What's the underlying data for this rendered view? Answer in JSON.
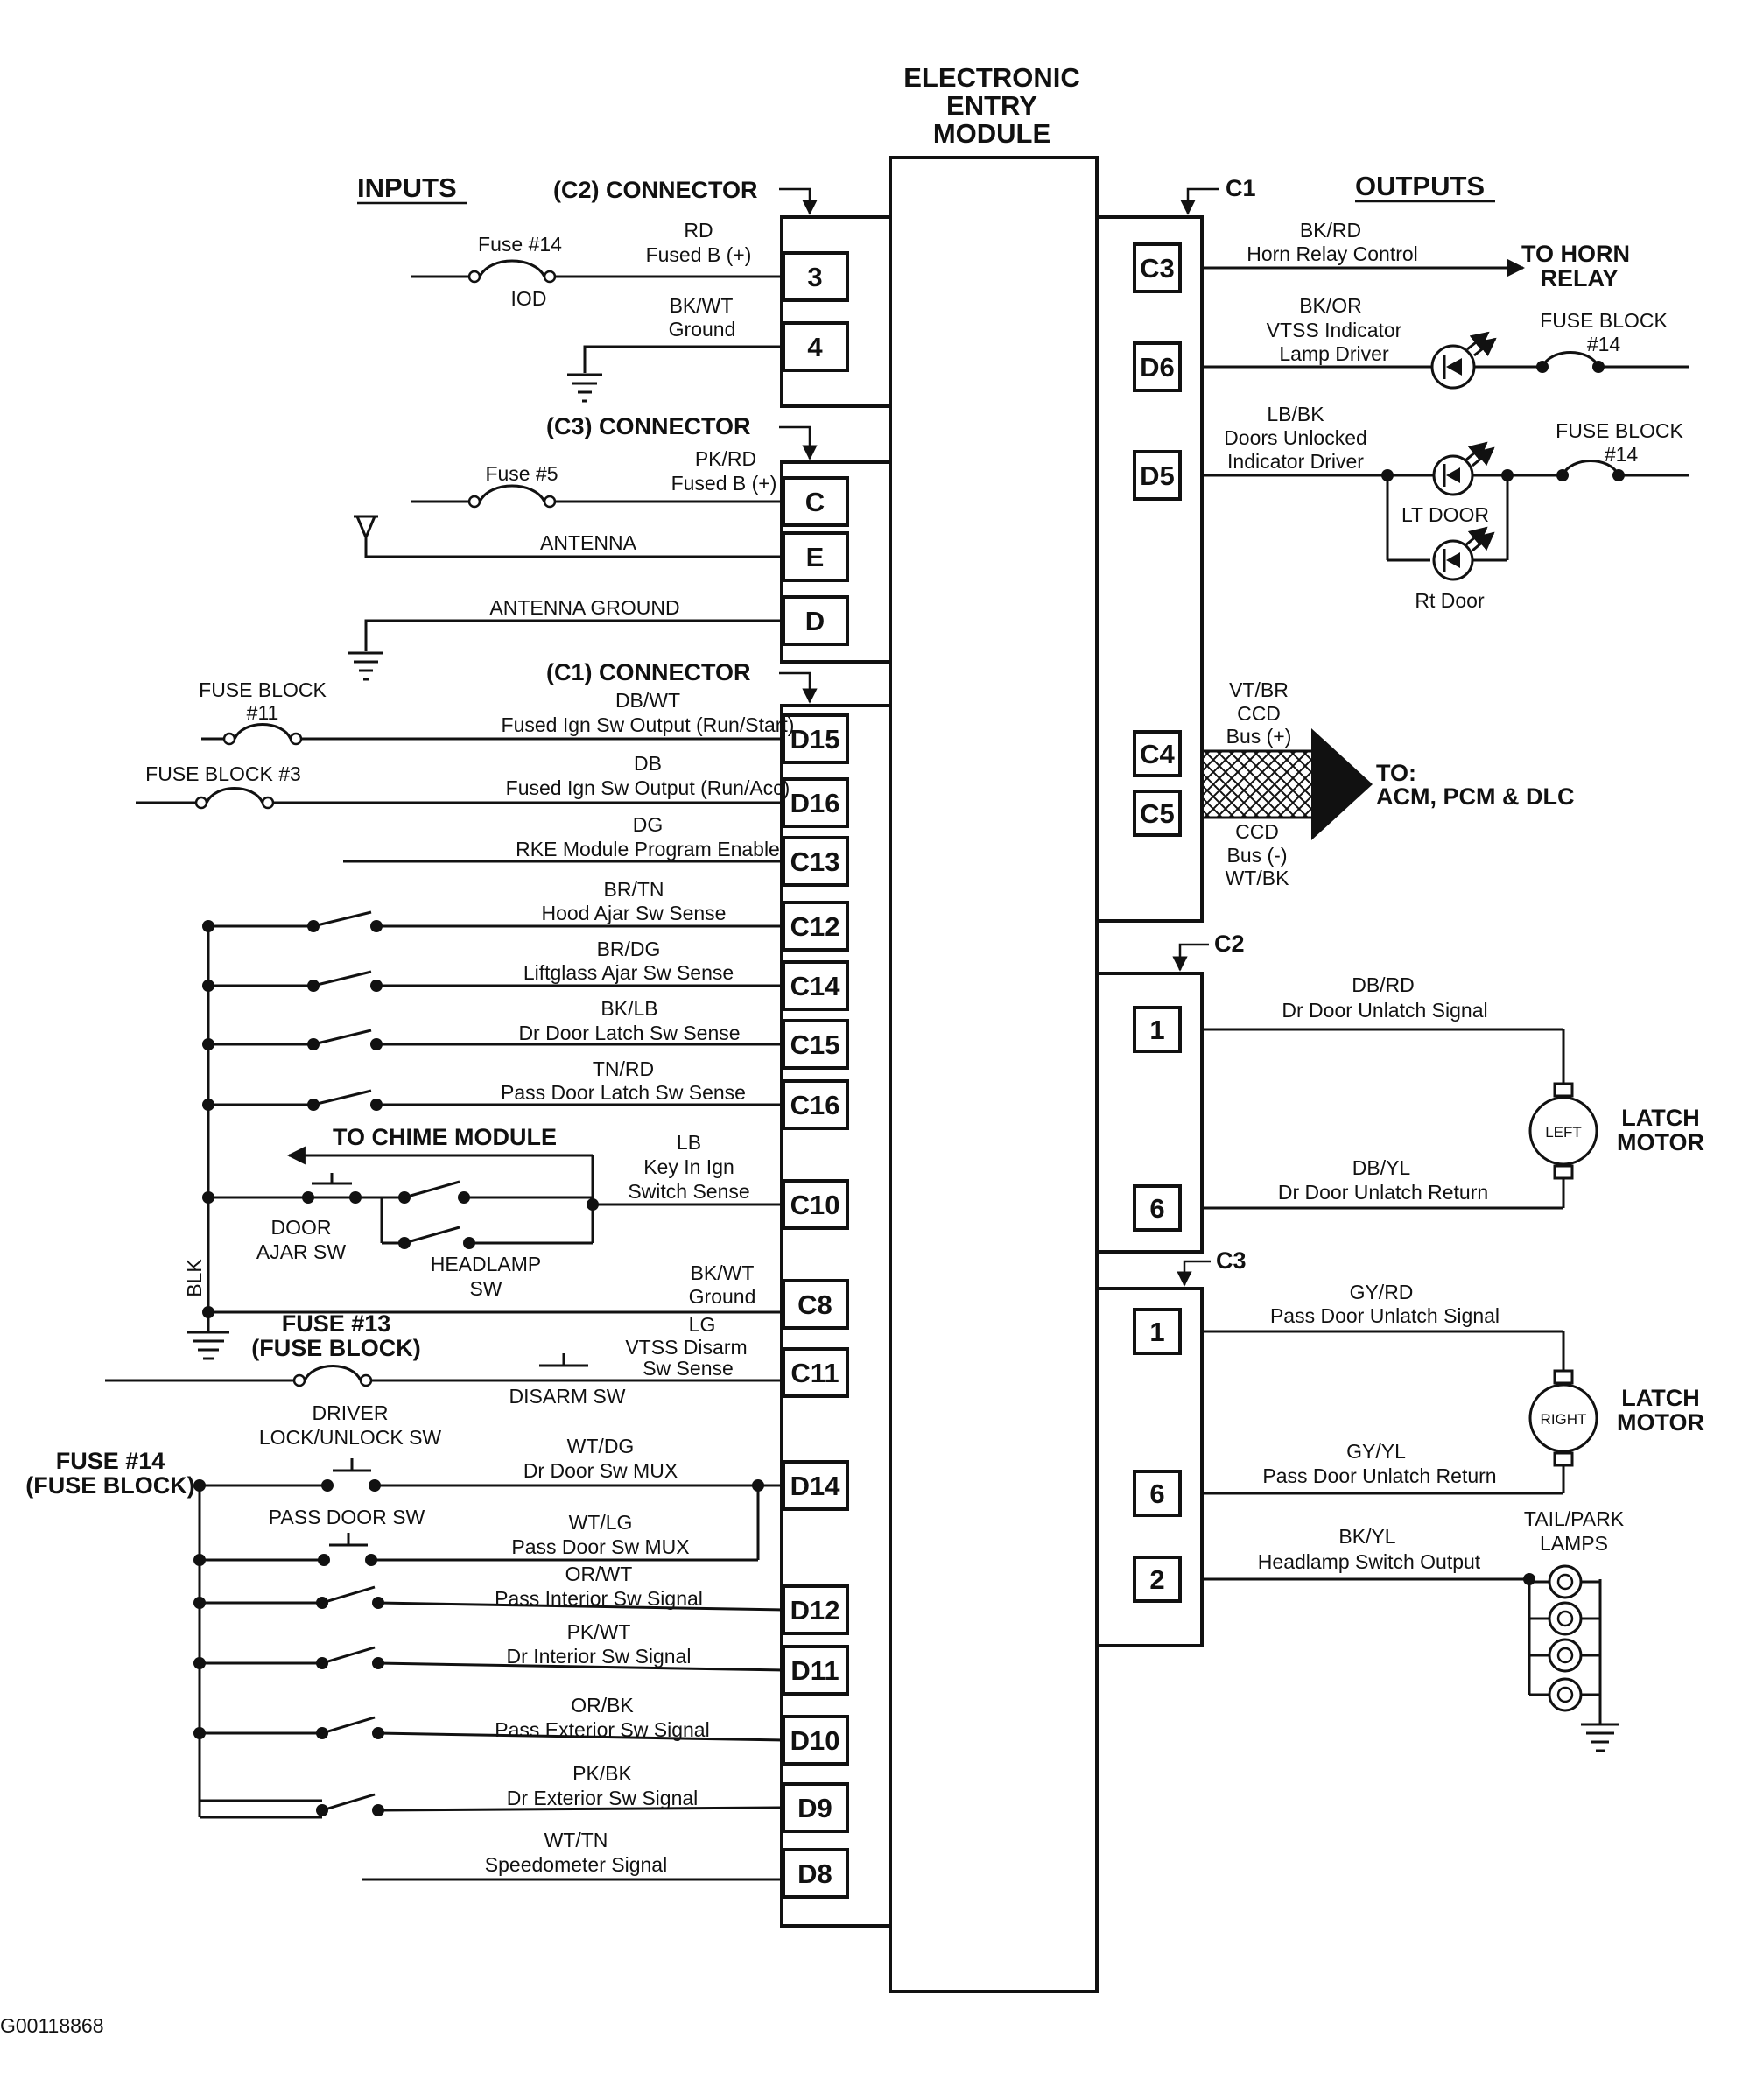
{
  "module": {
    "title_lines": [
      "ELECTRONIC",
      "ENTRY",
      "MODULE"
    ]
  },
  "headings": {
    "inputs": "INPUTS",
    "outputs": "OUTPUTS"
  },
  "connectors": {
    "c2_input": "(C2) CONNECTOR",
    "c3_input": "(C3) CONNECTOR",
    "c1_input": "(C1) CONNECTOR",
    "c1_output": "C1",
    "c2_output": "C2",
    "c3_output": "C3"
  },
  "input_pins": [
    "3",
    "4",
    "C",
    "E",
    "D",
    "D15",
    "D16",
    "C13",
    "C12",
    "C14",
    "C15",
    "C16",
    "C10",
    "C8",
    "C11",
    "D14",
    "D12",
    "D11",
    "D10",
    "D9",
    "D8"
  ],
  "output_pins": [
    "C3",
    "D6",
    "D5",
    "C4",
    "C5",
    "1",
    "6",
    "1",
    "6",
    "2"
  ],
  "input_circuits": [
    {
      "color": "RD",
      "func": "Fused B (+)"
    },
    {
      "color": "BK/WT",
      "func": "Ground"
    },
    {
      "color": "PK/RD",
      "func": "Fused B (+)"
    },
    {
      "color": "",
      "func": "ANTENNA"
    },
    {
      "color": "",
      "func": "ANTENNA  GROUND"
    },
    {
      "color": "DB/WT",
      "func": "Fused Ign Sw Output (Run/Start)"
    },
    {
      "color": "DB",
      "func": "Fused Ign Sw Output (Run/Acc)"
    },
    {
      "color": "DG",
      "func": "RKE Module Program Enable"
    },
    {
      "color": "BR/TN",
      "func": "Hood Ajar Sw Sense"
    },
    {
      "color": "BR/DG",
      "func": "Liftglass Ajar Sw Sense"
    },
    {
      "color": "BK/LB",
      "func": "Dr Door Latch Sw Sense"
    },
    {
      "color": "TN/RD",
      "func": "Pass Door Latch Sw Sense"
    },
    {
      "color": "BK/WT",
      "func": "Ground"
    },
    {
      "color": "WT/DG",
      "func": "Dr Door Sw MUX"
    },
    {
      "color": "WT/LG",
      "func": "Pass Door Sw MUX"
    },
    {
      "color": "OR/WT",
      "func": "Pass Interior Sw Signal"
    },
    {
      "color": "PK/WT",
      "func": "Dr Interior Sw Signal"
    },
    {
      "color": "OR/BK",
      "func": "Pass Exterior Sw Signal"
    },
    {
      "color": "PK/BK",
      "func": "Dr Exterior Sw Signal"
    },
    {
      "color": "WT/TN",
      "func": "Speedometer Signal"
    }
  ],
  "key_in_ign": [
    "LB",
    "Key In Ign",
    "Switch Sense"
  ],
  "vtss_disarm": [
    "LG",
    "VTSS Disarm",
    "Sw Sense"
  ],
  "input_labels": {
    "fuse14": "Fuse #14",
    "iod": "IOD",
    "fuse5": "Fuse #5",
    "fuse_block": "FUSE BLOCK",
    "num11": "#11",
    "fuse_block3": "FUSE BLOCK #3",
    "to_chime": "TO CHIME MODULE",
    "door_ajar": [
      "DOOR",
      "AJAR SW"
    ],
    "headlamp": [
      "HEADLAMP",
      "SW"
    ],
    "blk": "BLK",
    "fuse13": [
      "FUSE #13",
      "(FUSE BLOCK)"
    ],
    "disarm_sw": "DISARM SW",
    "driver_lock": [
      "DRIVER",
      "LOCK/UNLOCK SW"
    ],
    "fuse14_block": [
      "FUSE #14",
      "(FUSE BLOCK)"
    ],
    "pass_door_sw": "PASS DOOR SW"
  },
  "output_circuits": {
    "horn": [
      "BK/RD",
      "Horn Relay Control"
    ],
    "to_horn": [
      "TO HORN",
      "RELAY"
    ],
    "vtss": [
      "BK/OR",
      "VTSS Indicator",
      "Lamp Driver"
    ],
    "fuse_block_14a": [
      "FUSE BLOCK",
      "#14"
    ],
    "doors": [
      "LB/BK",
      "Doors Unlocked",
      "Indicator Driver"
    ],
    "fuse_block_14b": [
      "FUSE BLOCK",
      "#14"
    ],
    "lt_door": "LT DOOR",
    "rt_door": "Rt Door",
    "ccd_plus": [
      "VT/BR",
      "CCD",
      "Bus (+)"
    ],
    "ccd_minus": [
      "CCD",
      "Bus (-)",
      "WT/BK"
    ],
    "to_modules": [
      "TO:",
      "ACM, PCM & DLC"
    ],
    "dr_signal": [
      "DB/RD",
      "Dr Door Unlatch Signal"
    ],
    "dr_return": [
      "DB/YL",
      "Dr Door Unlatch Return"
    ],
    "latch_motor_1": [
      "LATCH",
      "MOTOR"
    ],
    "left": "LEFT",
    "pass_signal": [
      "GY/RD",
      "Pass Door Unlatch Signal"
    ],
    "pass_return": [
      "GY/YL",
      "Pass Door Unlatch Return"
    ],
    "latch_motor_2": [
      "LATCH",
      "MOTOR"
    ],
    "right": "RIGHT",
    "headlamp_out": [
      "BK/YL",
      "Headlamp Switch Output"
    ],
    "tail_park": [
      "TAIL/PARK",
      "LAMPS"
    ]
  },
  "footer": {
    "code": "G00118868"
  }
}
